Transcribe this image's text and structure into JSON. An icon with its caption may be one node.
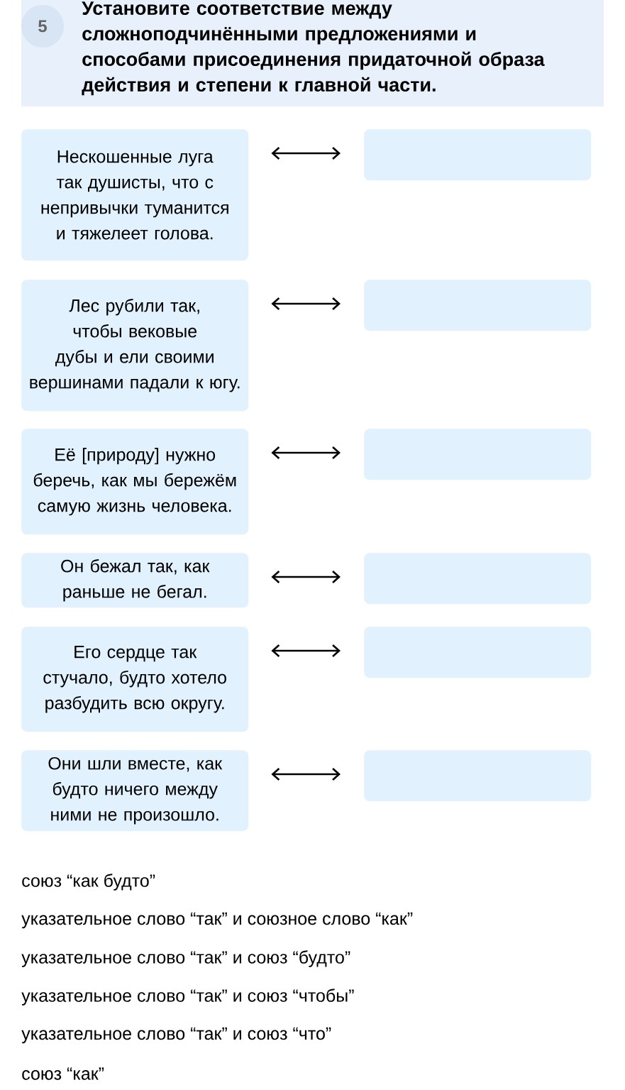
{
  "diagram": {
    "title": "Установите соответствие между сложноподчинёнными предложениями и способами присоединения придаточной образа действия и степени к главной части.",
    "nodes": [
      {
        "text": [
          "Нескошенные луга так душисты, что с непривычки туманится и тяжелеет голова."
        ]
      },
      {
        "text": [],
        "shape": "box"
      },
      {
        "text": [
          "Лес рубили так, чтобы вековые дубы и ели своими вершинами падали к югу."
        ]
      },
      {
        "text": [],
        "shape": "box"
      },
      {
        "text": [
          "Её [природу] нужно беречь, как мы бережём самую жизнь человека."
        ]
      },
      {
        "text": [],
        "shape": "box"
      },
      {
        "text": [
          "Он бежал так, как раньше не бегал."
        ]
      },
      {
        "text": [],
        "shape": "box"
      },
      {
        "text": [
          "Его сердце так стучало, будто хотело разбудить всю округу."
        ]
      },
      {
        "text": [],
        "shape": "box"
      },
      {
        "text": [
          "Они шли вместе, как будто ничего между ними не произошло."
        ]
      },
      {
        "text": [],
        "shape": "box"
      }
    ],
    "edges": [
      {
        "from": 0,
        "to": 1,
        "arrow": "both"
      },
      {
        "from": 2,
        "to": 3,
        "arrow": "both"
      },
      {
        "from": 4,
        "to": 5,
        "arrow": "both"
      },
      {
        "from": 6,
        "to": 7,
        "arrow": "both"
      },
      {
        "from": 8,
        "to": 9,
        "arrow": "both"
      },
      {
        "from": 10,
        "to": 11,
        "arrow": "both"
      }
    ],
    "labels": [
      "5",
      "союз “как будто”",
      "указательное слово “так” и союзное слово “как”",
      "указательное слово “так” и союз “будто”",
      "указательное слово “так” и союз “чтобы”",
      "указательное слово “так” и союз “что”",
      "союз “как”"
    ]
  }
}
